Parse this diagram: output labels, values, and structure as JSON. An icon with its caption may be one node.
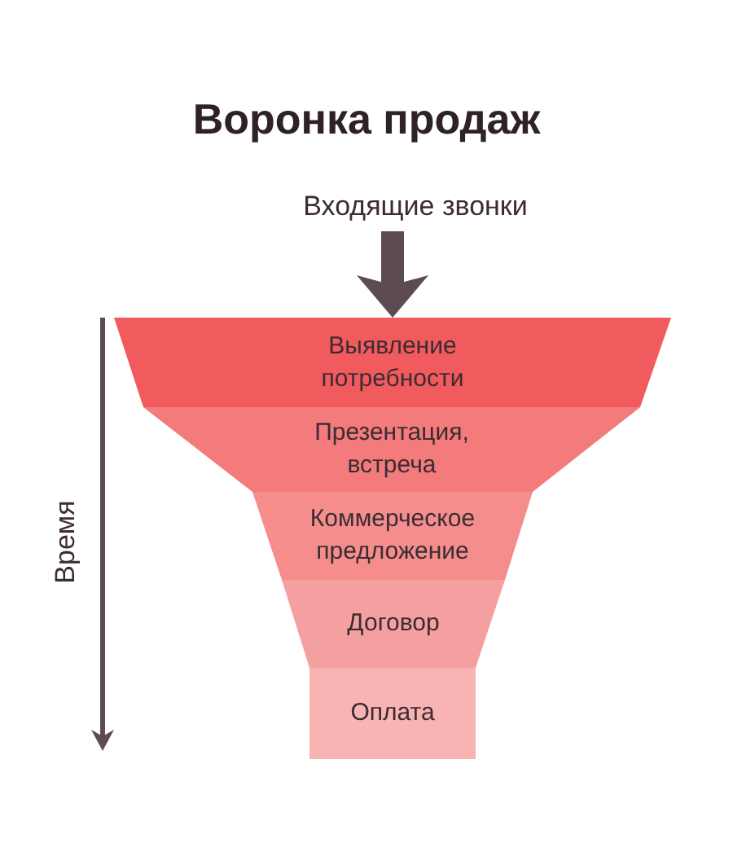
{
  "diagram": {
    "title": "Воронка продаж",
    "nodes": [
      {
        "text": [
          "Входящие звонки"
        ]
      },
      {
        "text": [
          "Выявление потребности"
        ]
      },
      {
        "text": [
          "Презентация, встреча"
        ]
      },
      {
        "text": [
          "Коммерческое предложение"
        ]
      },
      {
        "text": [
          "Договор"
        ]
      },
      {
        "text": [
          "Оплата"
        ]
      }
    ],
    "edges": [
      {
        "from": 0,
        "to": 1,
        "arrow": "to"
      }
    ],
    "labels": [
      "Время"
    ]
  }
}
